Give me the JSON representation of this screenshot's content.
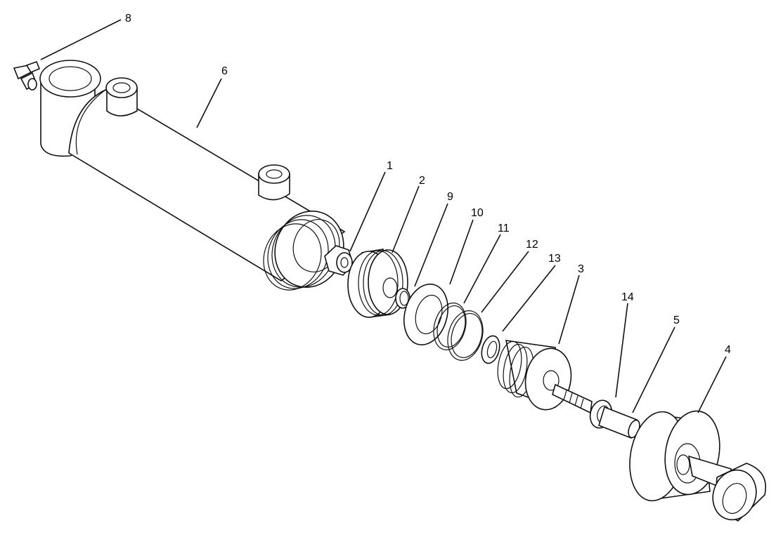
{
  "diagram": {
    "type": "exploded-assembly",
    "callouts": {
      "c1": "1",
      "c2": "2",
      "c3": "3",
      "c4": "4",
      "c5": "5",
      "c6": "6",
      "c8": "8",
      "c9": "9",
      "c10": "10",
      "c11": "11",
      "c12": "12",
      "c13": "13",
      "c14": "14"
    }
  }
}
